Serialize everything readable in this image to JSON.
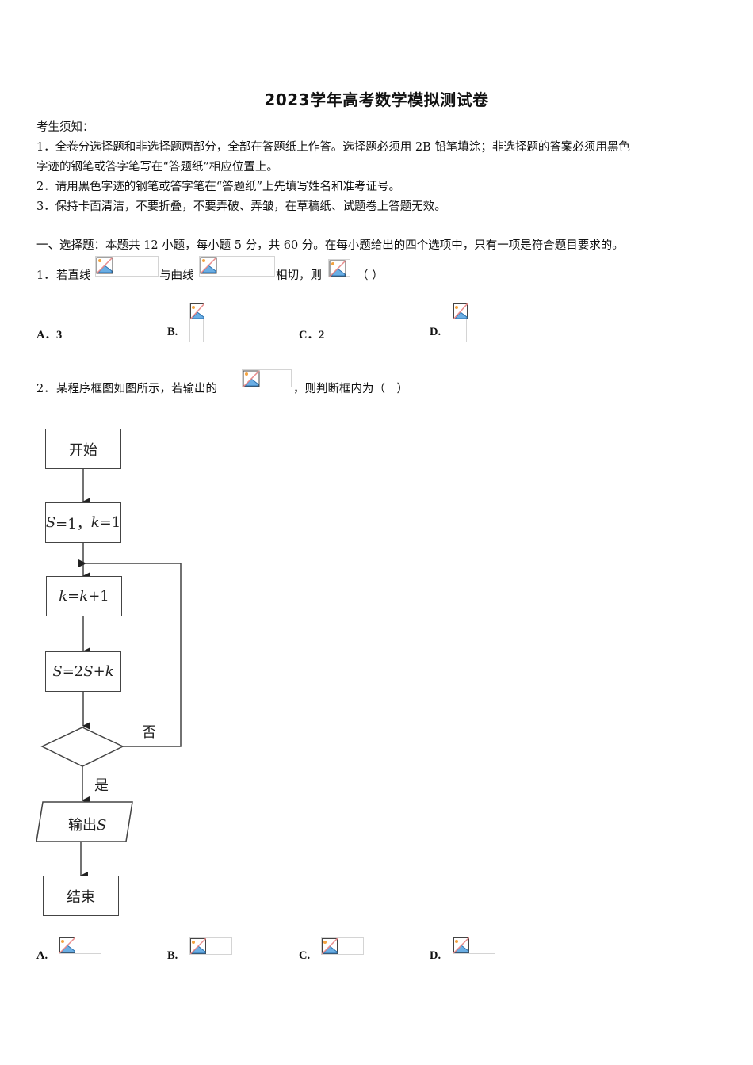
{
  "document": {
    "title": "2023学年高考数学模拟测试卷",
    "notice": {
      "heading": "考生须知：",
      "items": [
        "1．全卷分选择题和非选择题两部分，全部在答题纸上作答。选择题必须用 2B 铅笔填涂；非选择题的答案必须用黑色",
        "字迹的钢笔或答字笔写在“答题纸”相应位置上。",
        "2．请用黑色字迹的钢笔或答字笔在“答题纸”上先填写姓名和准考证号。",
        "3．保持卡面清洁，不要折叠，不要弄破、弄皱，在草稿纸、试题卷上答题无效。"
      ]
    },
    "section1": {
      "heading": "一、选择题：本题共 12 小题，每小题 5 分，共 60 分。在每小题给出的四个选项中，只有一项是符合题目要求的。"
    },
    "questions": [
      {
        "number": "1．",
        "parts": [
          "若直线",
          "与曲线",
          "相切，则",
          "（ ）"
        ],
        "options": [
          {
            "label": "A．",
            "value": "3"
          },
          {
            "label": "B.",
            "value": ""
          },
          {
            "label": "C．",
            "value": "2"
          },
          {
            "label": "D.",
            "value": ""
          }
        ]
      },
      {
        "number": "2．",
        "parts": [
          "某程序框图如图所示，若输出的",
          "，则判断框内为（　）"
        ],
        "flowchart": {
          "start": "开始",
          "init_s": "S",
          "init_mid": "=1，",
          "init_k": "k",
          "init_end": "=1",
          "step1_k": "k",
          "step1_eq": "=",
          "step1_k2": "k",
          "step1_end": "+1",
          "step2_s": "S",
          "step2_eq": "=2",
          "step2_s2": "S",
          "step2_end": "+",
          "step2_k": "k",
          "no_label": "否",
          "yes_label": "是",
          "output_text": "输出",
          "output_var": "S",
          "end": "结束"
        },
        "options": [
          {
            "label": "A."
          },
          {
            "label": "B."
          },
          {
            "label": "C."
          },
          {
            "label": "D."
          }
        ]
      }
    ],
    "image_placeholder_icon": "broken-image-icon"
  }
}
